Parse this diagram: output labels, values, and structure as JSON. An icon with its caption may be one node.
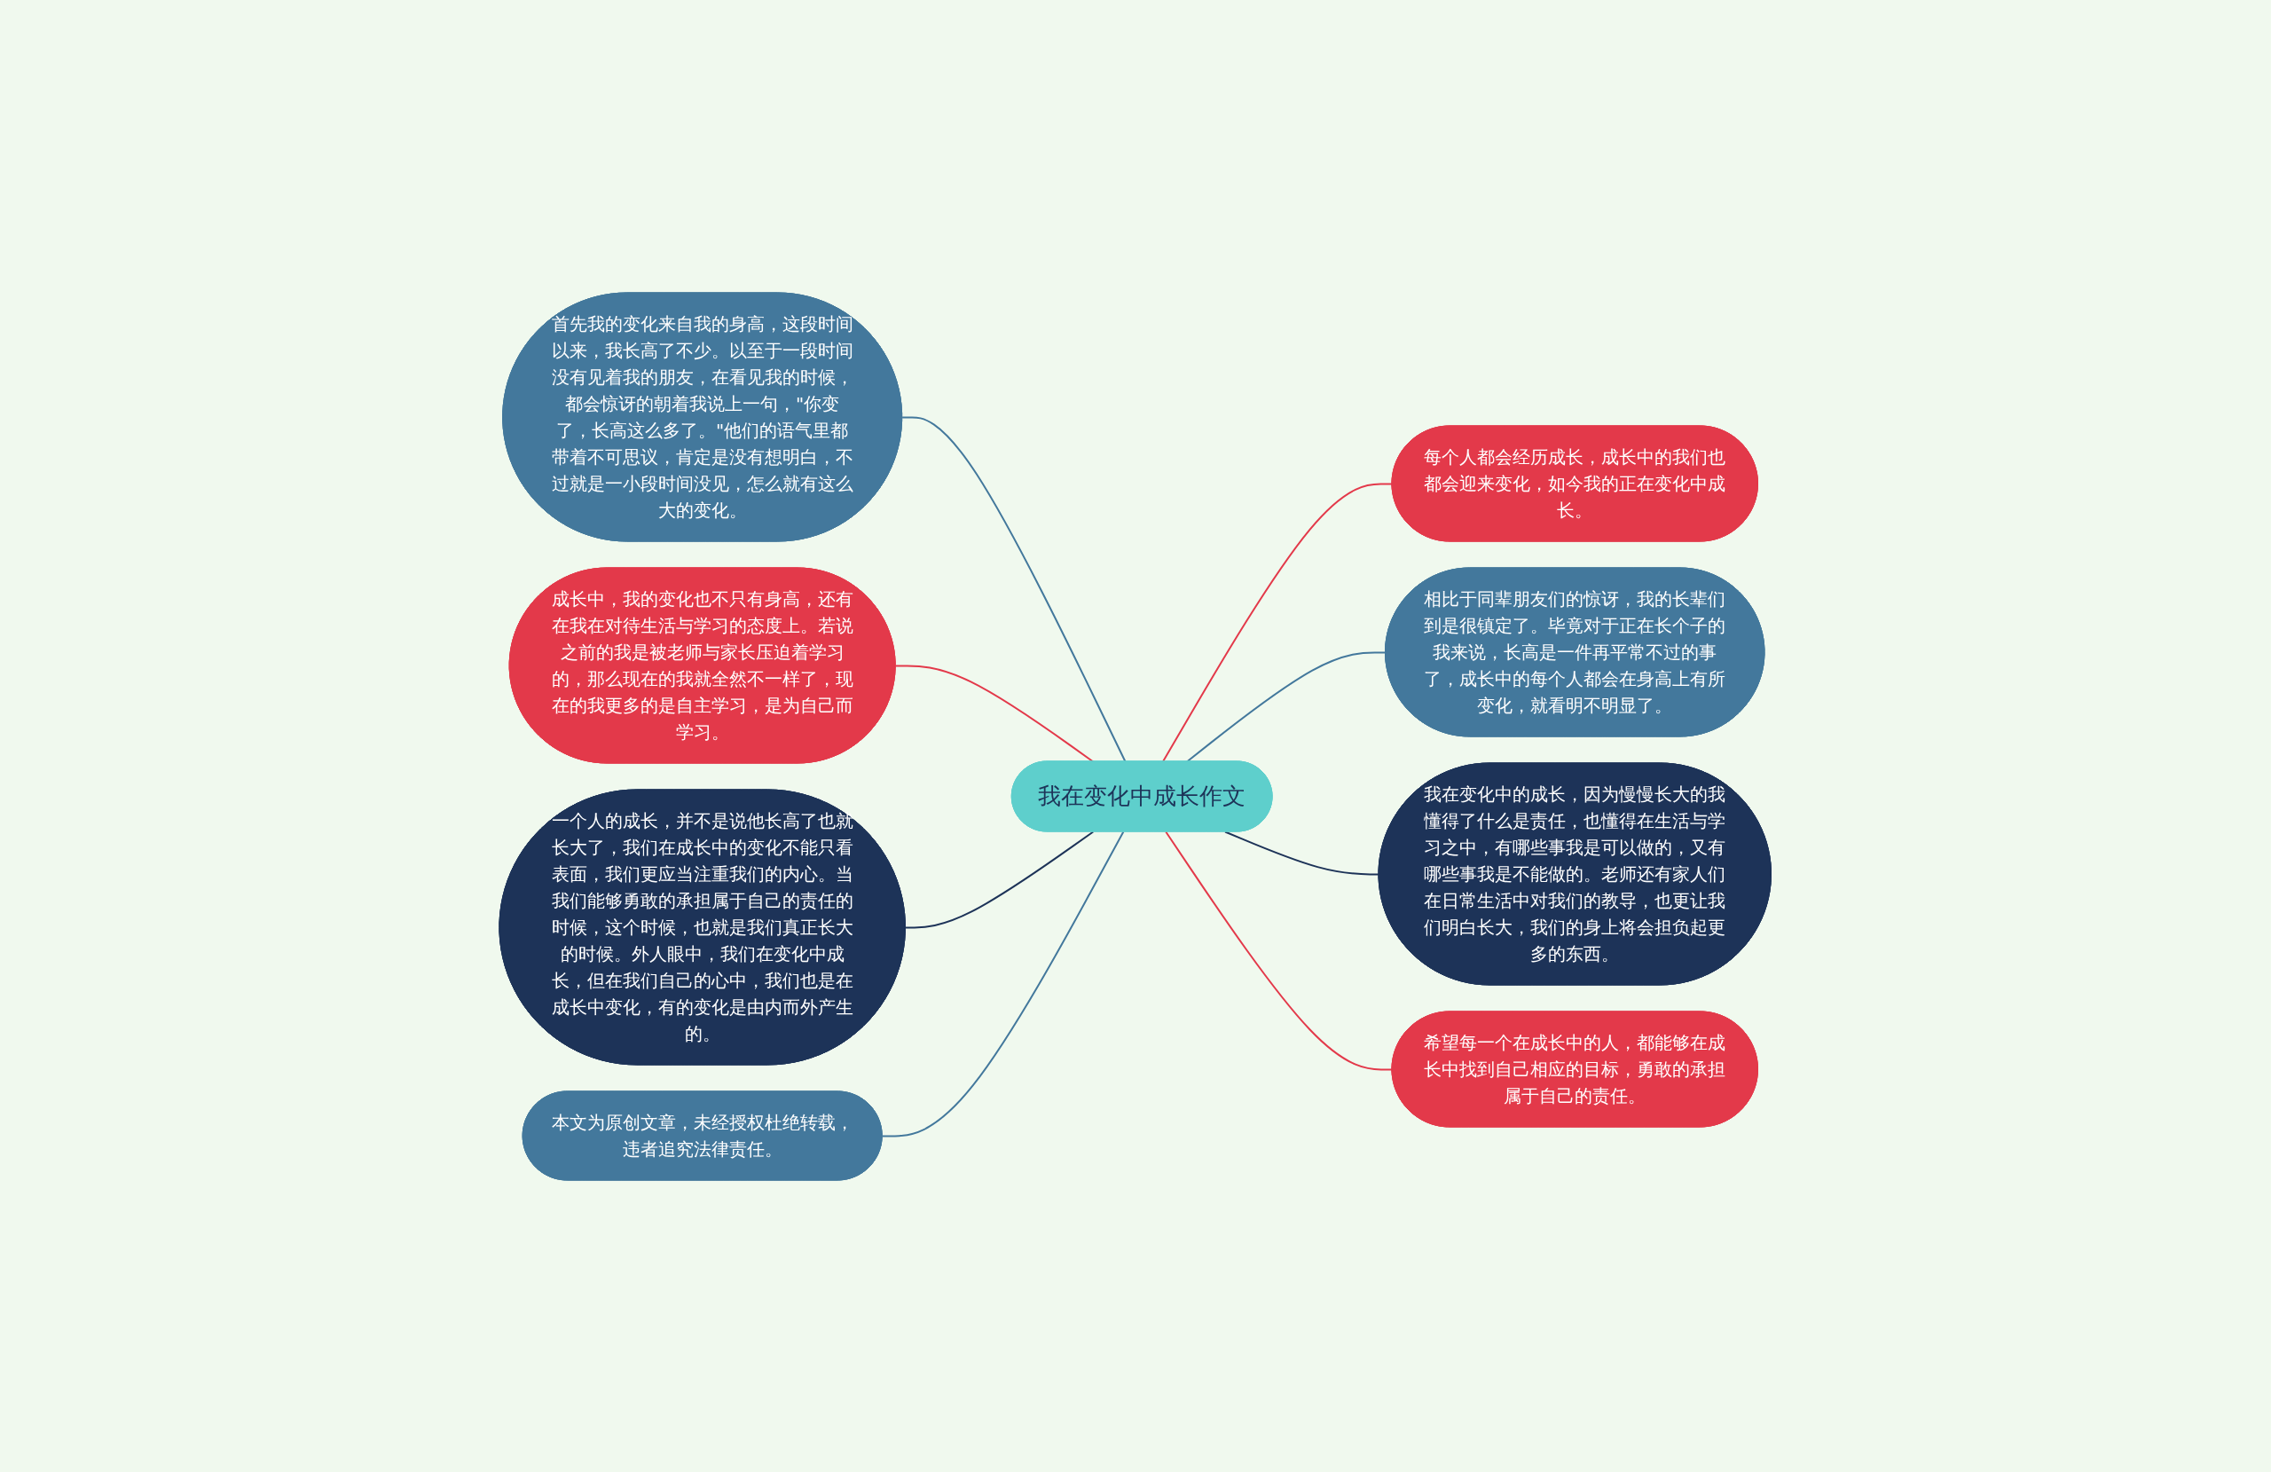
{
  "diagram": {
    "nodes": [
      {
        "text": [
          "我在变化中成长作文"
        ]
      },
      {
        "text": [
          "首先我的变化来自我的身高，这段时间以来，我长高了不少。以至于一段时间没有见着我的朋友，在看见我的时候，都会惊讶的朝着我说上一句，\"你变了，长高这么多了。\"他们的语气里都带着不可思议，肯定是没有想明白，不过就是一小段时间没见，怎么就有这么大的变化。"
        ]
      },
      {
        "text": [
          "成长中，我的变化也不只有身高，还有在我在对待生活与学习的态度上。若说之前的我是被老师与家长压迫着学习的，那么现在的我就全然不一样了，现在的我更多的是自主学习，是为自己而学习。"
        ]
      },
      {
        "text": [
          "一个人的成长，并不是说他长高了也就长大了，我们在成长中的变化不能只看表面，我们更应当注重我们的内心。当我们能够勇敢的承担属于自己的责任的时候，这个时候，也就是我们真正长大的时候。外人眼中，我们在变化中成长，但在我们自己的心中，我们也是在成长中变化，有的变化是由内而外产生的。"
        ]
      },
      {
        "text": [
          "本文为原创文章，未经授权杜绝转载，违者追究法律责任。"
        ]
      },
      {
        "text": [
          "每个人都会经历成长，成长中的我们也都会迎来变化，如今我的正在变化中成长。"
        ]
      },
      {
        "text": [
          "相比于同辈朋友们的惊讶，我的长辈们到是很镇定了。毕竟对于正在长个子的我来说，长高是一件再平常不过的事了，成长中的每个人都会在身高上有所变化，就看明不明显了。"
        ]
      },
      {
        "text": [
          "我在变化中的成长，因为慢慢长大的我懂得了什么是责任，也懂得在生活与学习之中，有哪些事我是可以做的，又有哪些事我是不能做的。老师还有家人们在日常生活中对我们的教导，也更让我们明白长大，我们的身上将会担负起更多的东西。"
        ]
      },
      {
        "text": [
          "希望每一个在成长中的人，都能够在成长中找到自己相应的目标，勇敢的承担属于自己的责任。"
        ]
      }
    ],
    "edges": [
      {
        "from": 1,
        "to": 0,
        "arrow": "none",
        "color": "#43789c"
      },
      {
        "from": 2,
        "to": 0,
        "arrow": "none",
        "color": "#e3394a"
      },
      {
        "from": 3,
        "to": 0,
        "arrow": "none",
        "color": "#1d3358"
      },
      {
        "from": 4,
        "to": 0,
        "arrow": "none",
        "color": "#43789c"
      },
      {
        "from": 0,
        "to": 5,
        "arrow": "none",
        "color": "#e3394a"
      },
      {
        "from": 0,
        "to": 6,
        "arrow": "none",
        "color": "#43789c"
      },
      {
        "from": 0,
        "to": 7,
        "arrow": "none",
        "color": "#1d3358"
      },
      {
        "from": 0,
        "to": 8,
        "arrow": "none",
        "color": "#e3394a"
      }
    ]
  }
}
